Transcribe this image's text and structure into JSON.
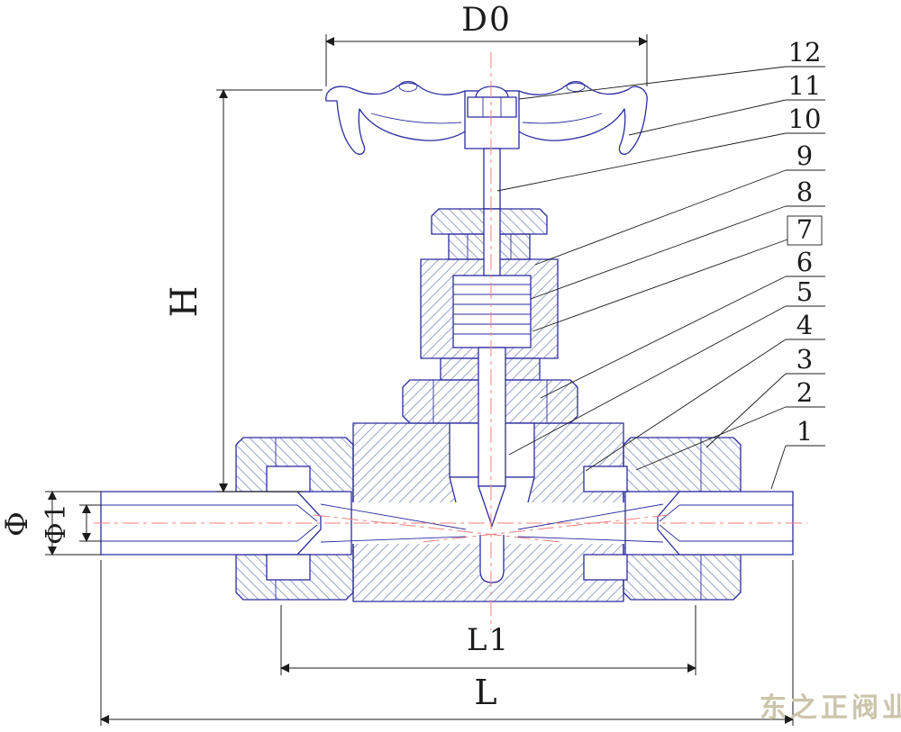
{
  "dimensions": {
    "d0": "D0",
    "h": "H",
    "phi": "Φ",
    "phi1": "Φ1",
    "l1": "L1",
    "l": "L"
  },
  "parts": [
    {
      "number": "12"
    },
    {
      "number": "11"
    },
    {
      "number": "10"
    },
    {
      "number": "9"
    },
    {
      "number": "8"
    },
    {
      "number": "7"
    },
    {
      "number": "6"
    },
    {
      "number": "5"
    },
    {
      "number": "4"
    },
    {
      "number": "3"
    },
    {
      "number": "2"
    },
    {
      "number": "1"
    }
  ],
  "watermark": {
    "text": "东之正阀业"
  },
  "colors": {
    "line": "#2b2ba0",
    "dimension": "#1c1c1c",
    "centerline": "#f08080",
    "hatch": "#96a3c8",
    "watermark": "#ccc5aa"
  }
}
